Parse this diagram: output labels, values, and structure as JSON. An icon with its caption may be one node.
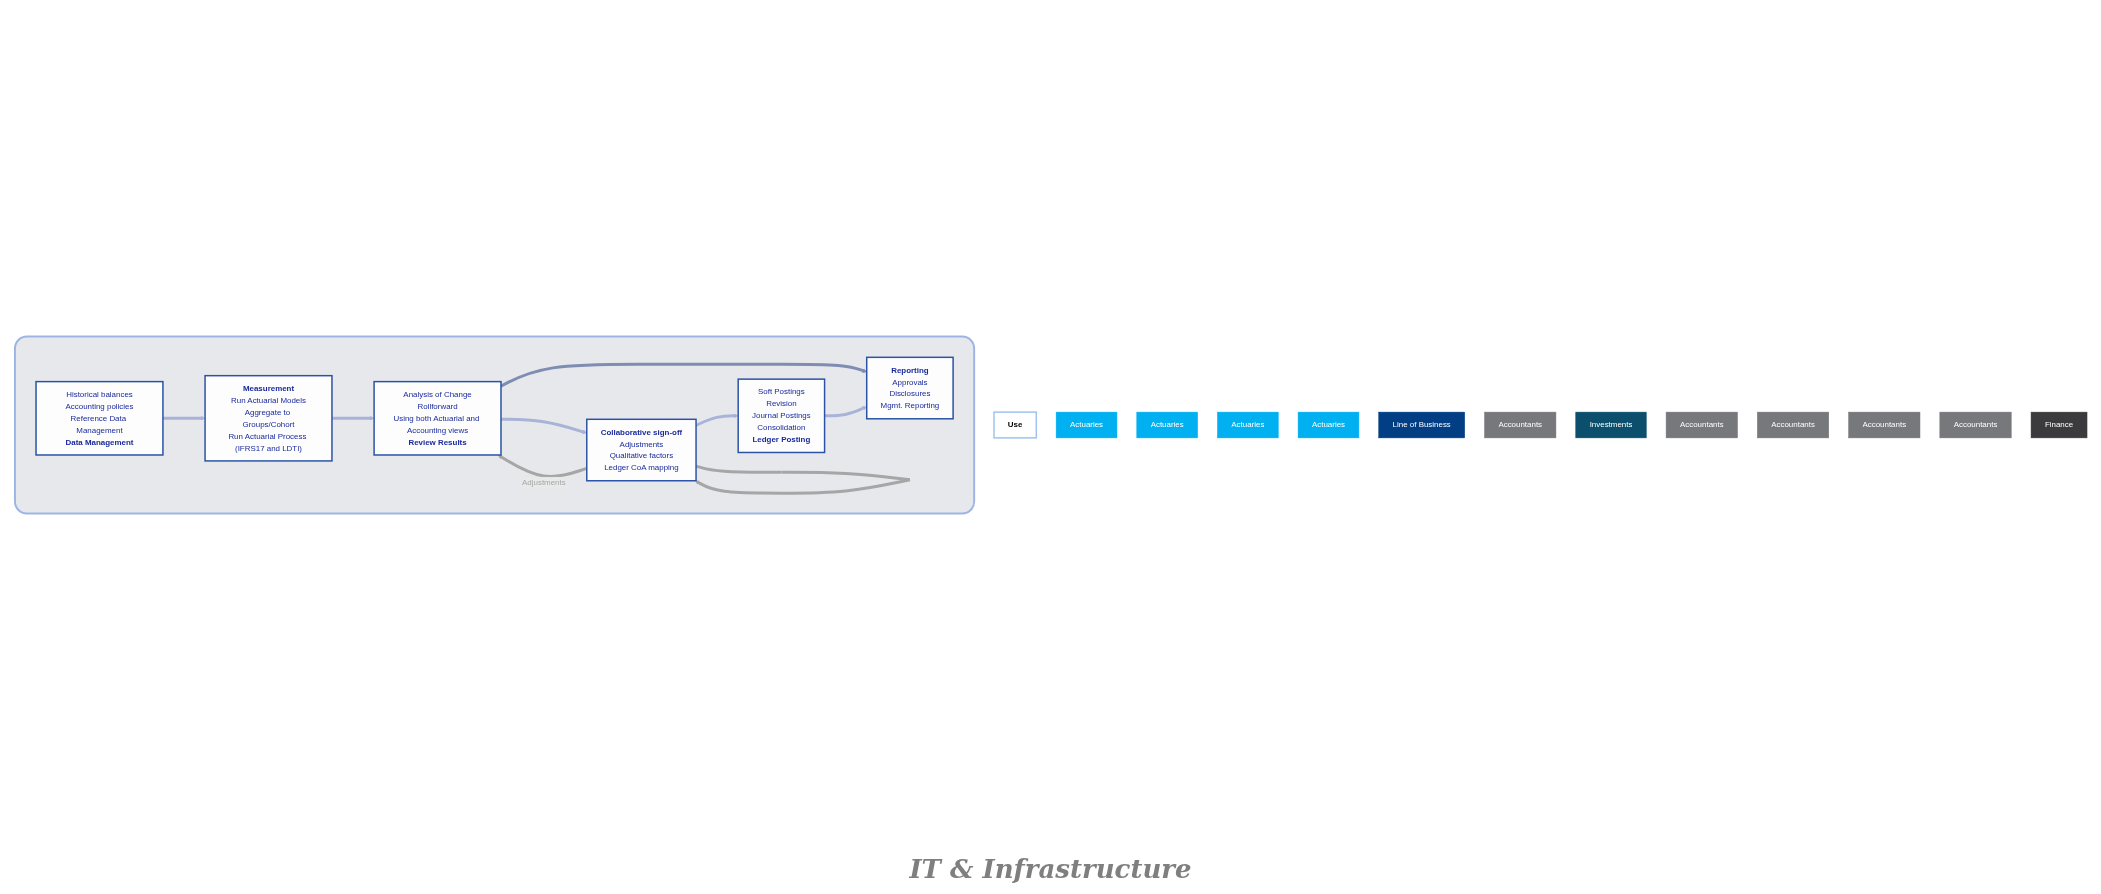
{
  "diagram": {
    "nodes": [
      {
        "text": [],
        "shape": "box"
      },
      {
        "text": [
          "Historical balances",
          "Accounting policies",
          "Reference Data Management",
          "Data Management"
        ],
        "in": 0
      },
      {
        "text": [
          "Measurement",
          "Run Actuarial Models",
          "Aggregate to Groups/Cohort",
          "Run Actuarial Process (IFRS17 and LDTI)"
        ],
        "in": 0
      },
      {
        "text": [
          "Analysis of Change",
          "Rollforward",
          "Using both Actuarial and Accounting views",
          "Review Results"
        ],
        "in": 0
      },
      {
        "text": [
          "Collaborative sign-off",
          "Adjustments",
          "Qualitative factors",
          "Ledger CoA mapping"
        ],
        "in": 0
      },
      {
        "text": [
          "Soft Postings",
          "Revision",
          "Journal Postings",
          "Consolidation",
          "Ledger Posting"
        ],
        "in": 0
      },
      {
        "text": [
          "Reporting",
          "Approvals",
          "Disclosures",
          "Mgmt. Reporting"
        ],
        "in": 0
      },
      {
        "text": [
          "Use"
        ]
      },
      {
        "text": [
          "Actuaries"
        ]
      },
      {
        "text": [
          "Actuaries"
        ]
      },
      {
        "text": [
          "Actuaries"
        ]
      },
      {
        "text": [
          "Actuaries"
        ]
      },
      {
        "text": [
          "Line of Business"
        ]
      },
      {
        "text": [
          "Accountants"
        ]
      },
      {
        "text": [
          "Investments"
        ]
      },
      {
        "text": [
          "Accountants"
        ]
      },
      {
        "text": [
          "Accountants"
        ]
      },
      {
        "text": [
          "Accountants"
        ]
      },
      {
        "text": [
          "Accountants"
        ]
      },
      {
        "text": [
          "Finance"
        ]
      }
    ],
    "edges": [
      {
        "from": 1,
        "to": 2,
        "arrow": "to"
      },
      {
        "from": 2,
        "to": 3,
        "arrow": "to"
      },
      {
        "from": 3,
        "to": 6,
        "arrow": "to",
        "color": "#7f8db3"
      },
      {
        "from": 3,
        "to": 4,
        "arrow": "to"
      },
      {
        "from": 4,
        "to": 5,
        "arrow": "to"
      },
      {
        "from": 5,
        "to": 6,
        "arrow": "to"
      },
      {
        "from": 4,
        "to": 3,
        "arrow": "to",
        "label": "Adjustments",
        "color": "#a6a6a6"
      },
      {
        "from": 4,
        "to": 4,
        "arrow": "to",
        "color": "#a6a6a6"
      }
    ],
    "labels": [
      "IT & Infrastructure"
    ]
  }
}
